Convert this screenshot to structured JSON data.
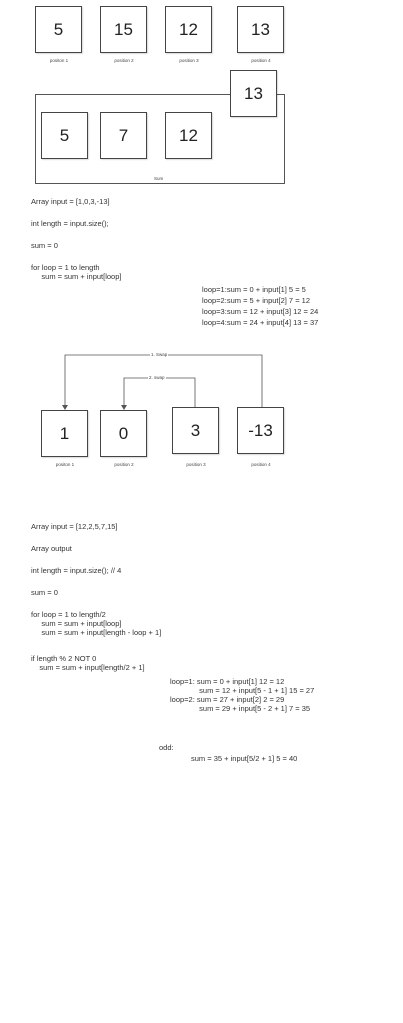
{
  "diagram1": {
    "boxes": [
      {
        "value": "5",
        "caption": "positon 1"
      },
      {
        "value": "15",
        "caption": "position 2"
      },
      {
        "value": "12",
        "caption": "position 3"
      },
      {
        "value": "13",
        "caption": "position 4"
      }
    ],
    "sum_group": {
      "outside_value": "13",
      "inner": [
        "5",
        "7",
        "12"
      ],
      "label": "Sum"
    }
  },
  "code1": {
    "lines": [
      "Array input = [1,0,3,-13]",
      "int length = input.size();",
      "sum = 0",
      "for loop = 1 to length\n     sum = sum + input[loop]"
    ],
    "trace": [
      "loop=1:sum = 0 + input[1] 5 = 5",
      "loop=2:sum = 5 + input[2] 7 = 12",
      "loop=3:sum = 12 + input[3] 12 = 24",
      "loop=4:sum = 24 + input[4] 13 = 37"
    ]
  },
  "diagram2": {
    "boxes": [
      {
        "value": "1",
        "caption": "positon 1"
      },
      {
        "value": "0",
        "caption": "position 2"
      },
      {
        "value": "3",
        "caption": "position 3"
      },
      {
        "value": "-13",
        "caption": "position 4"
      }
    ],
    "swap1": "1. Swap",
    "swap2": "2. swap"
  },
  "code2": {
    "lines": [
      "Array input = [12,2,5,7,15]",
      "Array output",
      "int length = input.size(); // 4",
      "sum = 0",
      "for loop = 1 to length/2\n     sum = sum + input[loop]\n     sum = sum + input[length - loop + 1]",
      "if length % 2 NOT 0\n    sum = sum + input[length/2 + 1]"
    ],
    "trace": "loop=1: sum = 0 + input[1] 12 = 12\n              sum = 12 + input[5 - 1 + 1] 15 = 27\nloop=2: sum = 27 + input[2] 2 = 29\n              sum = 29 + input[5 - 2 + 1] 7 = 35",
    "odd_label": "odd:",
    "odd_line": "sum = 35 + input[5/2 + 1] 5 = 40"
  }
}
